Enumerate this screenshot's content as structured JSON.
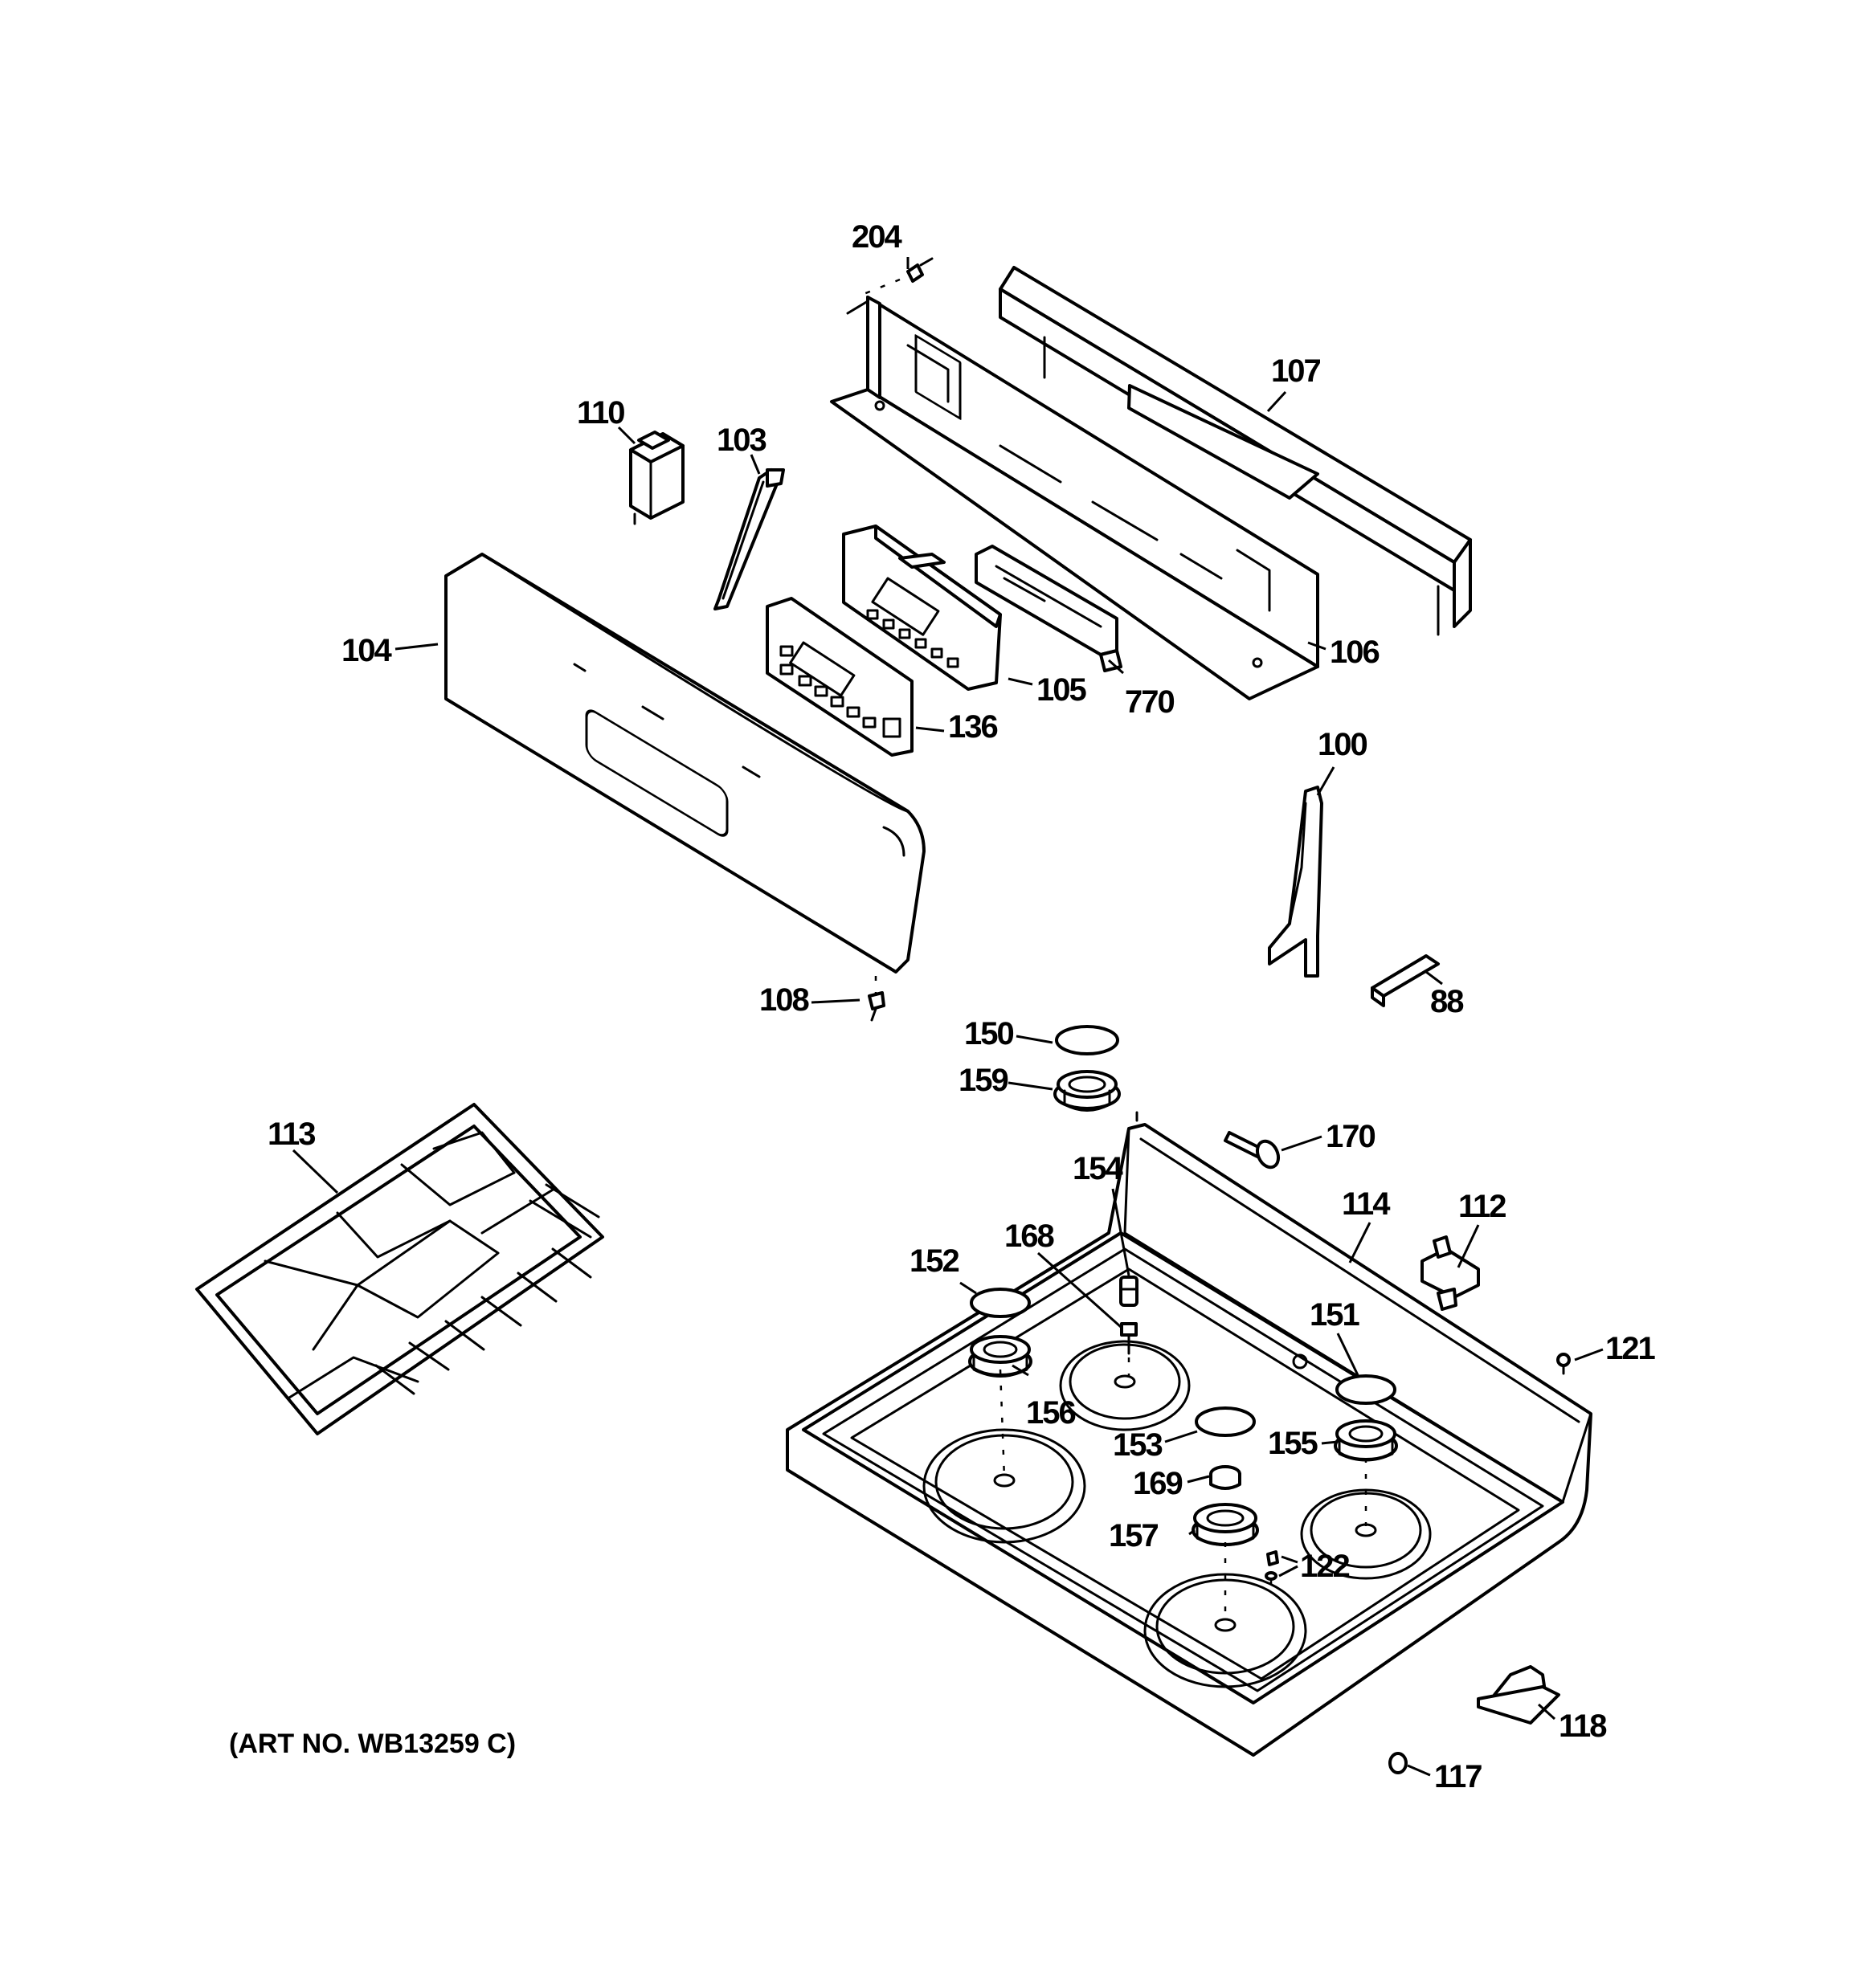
{
  "labels": {
    "l204": "204",
    "l107": "107",
    "l110": "110",
    "l103": "103",
    "l104": "104",
    "l105": "105",
    "l136": "136",
    "l770": "770",
    "l106": "106",
    "l100": "100",
    "l88": "88",
    "l108": "108",
    "l150": "150",
    "l159": "159",
    "l113": "113",
    "l170": "170",
    "l154": "154",
    "l114": "114",
    "l112": "112",
    "l168": "168",
    "l152": "152",
    "l151": "151",
    "l121": "121",
    "l156": "156",
    "l153": "153",
    "l155": "155",
    "l169": "169",
    "l157": "157",
    "l122": "122",
    "l118": "118",
    "l117": "117"
  },
  "art_number": "(ART NO. WB13259 C)"
}
